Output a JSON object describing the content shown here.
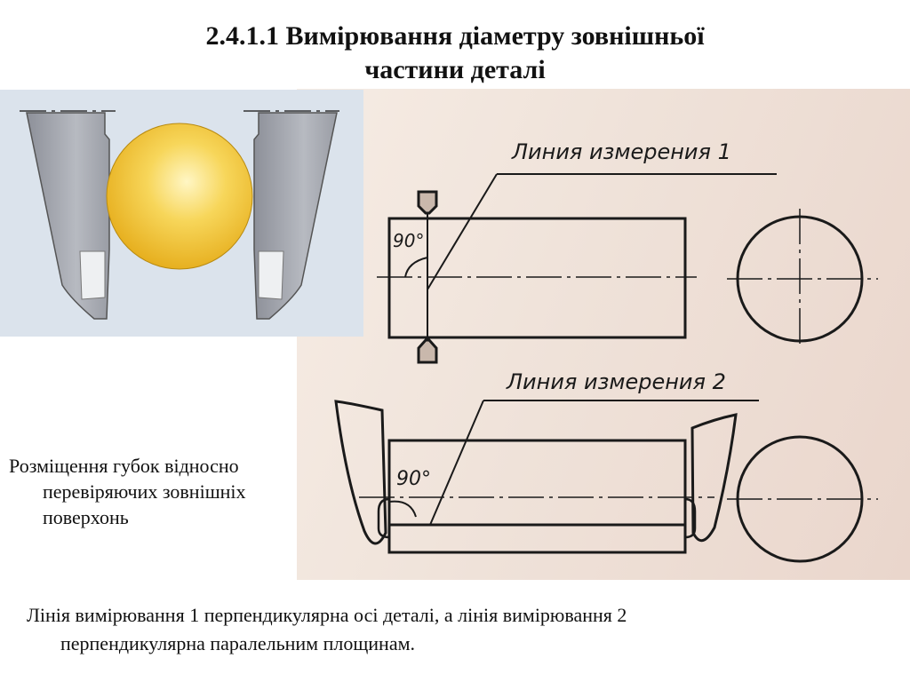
{
  "slide": {
    "title_line1": "2.4.1.1 Вимірювання діаметру зовнішньої",
    "title_line2": "частини деталі"
  },
  "drawing": {
    "measurement_line_1": "Линия измерения 1",
    "measurement_line_2": "Линия измерения 2",
    "angle_1": "90°",
    "angle_2": "90°"
  },
  "caption_left": {
    "line1": "Розміщення губок відносно",
    "line2": "перевіряючих зовнішніх",
    "line3": "поверхонь"
  },
  "bottom_text": {
    "line1": "Лінія вимірювання 1 перпендикулярна осі деталі, а лінія вимірювання 2",
    "line2": "перпендикулярна паралельним площинам."
  },
  "colors": {
    "ball": "#f5c63a",
    "jaw": "#a2a6ae",
    "panel_bg": "#dbe3ec",
    "paper": "#f1e4db"
  }
}
